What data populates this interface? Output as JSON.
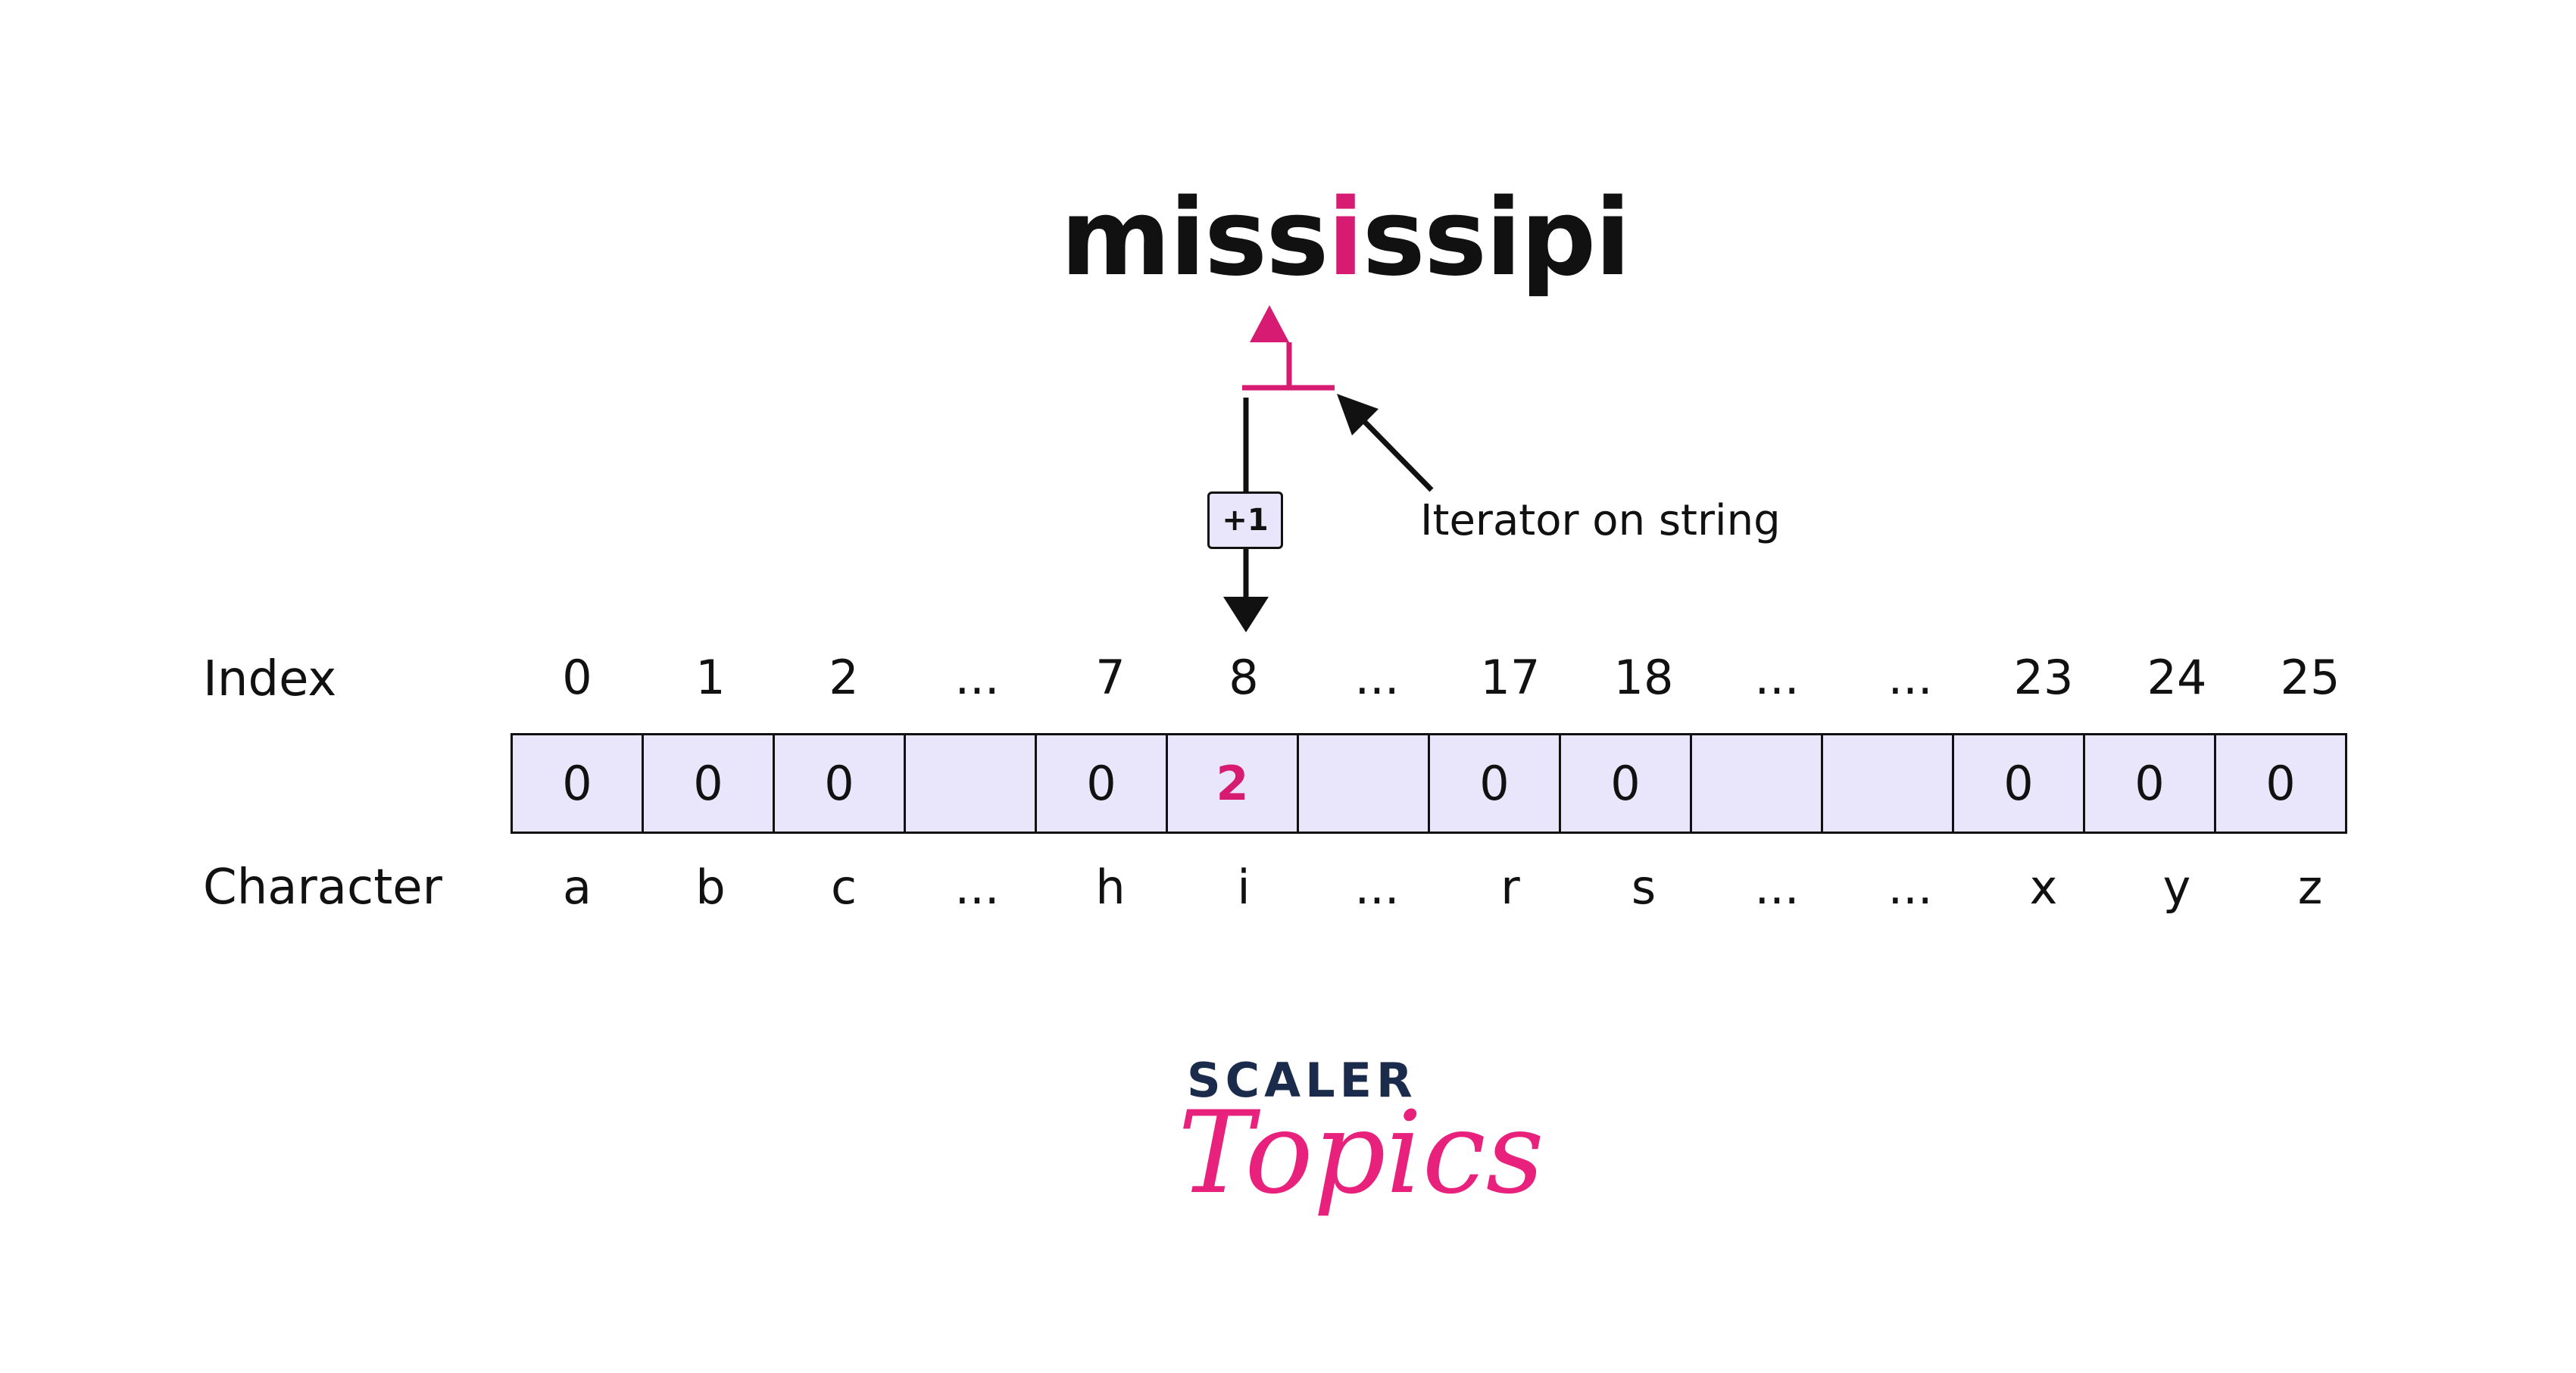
{
  "word": {
    "before": "miss",
    "highlight": "i",
    "after": "ssipi"
  },
  "increment_label": "+1",
  "iterator_label": "Iterator on string",
  "row_labels": {
    "index": "Index",
    "character": "Character"
  },
  "indices": [
    "0",
    "1",
    "2",
    "...",
    "7",
    "8",
    "...",
    "17",
    "18",
    "...",
    "...",
    "23",
    "24",
    "25"
  ],
  "counts": [
    "0",
    "0",
    "0",
    "",
    "0",
    "2",
    "",
    "0",
    "0",
    "",
    "",
    "0",
    "0",
    "0"
  ],
  "characters": [
    "a",
    "b",
    "c",
    "...",
    "h",
    "i",
    "...",
    "r",
    "s",
    "...",
    "...",
    "x",
    "y",
    "z"
  ],
  "highlight_column": 5,
  "logo": {
    "line1": "SCALER",
    "line2": "Topics"
  },
  "colors": {
    "accent": "#d81b72",
    "cell_fill": "#e9e6fb",
    "text": "#111111",
    "logo_dark": "#1b2b4b",
    "logo_pink": "#e8217c"
  }
}
